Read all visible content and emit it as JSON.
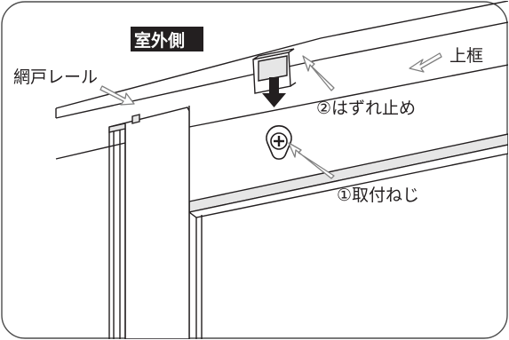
{
  "labels": {
    "outdoor_side": "室外側",
    "screen_rail": "網戸レール",
    "upper_frame": "上框",
    "stopper": "②はずれ止め",
    "mounting_screw": "①取付ねじ"
  },
  "colors": {
    "line": "#231f20",
    "callout": "#808080",
    "rail_fill": "#e6e6e6",
    "screw_fill": "#ffffff",
    "label_bg": "#231f20",
    "border": "#4d4d4d"
  },
  "icons": {
    "down_arrow": "down-arrow-icon",
    "screw_head": "phillips-screw-icon"
  }
}
